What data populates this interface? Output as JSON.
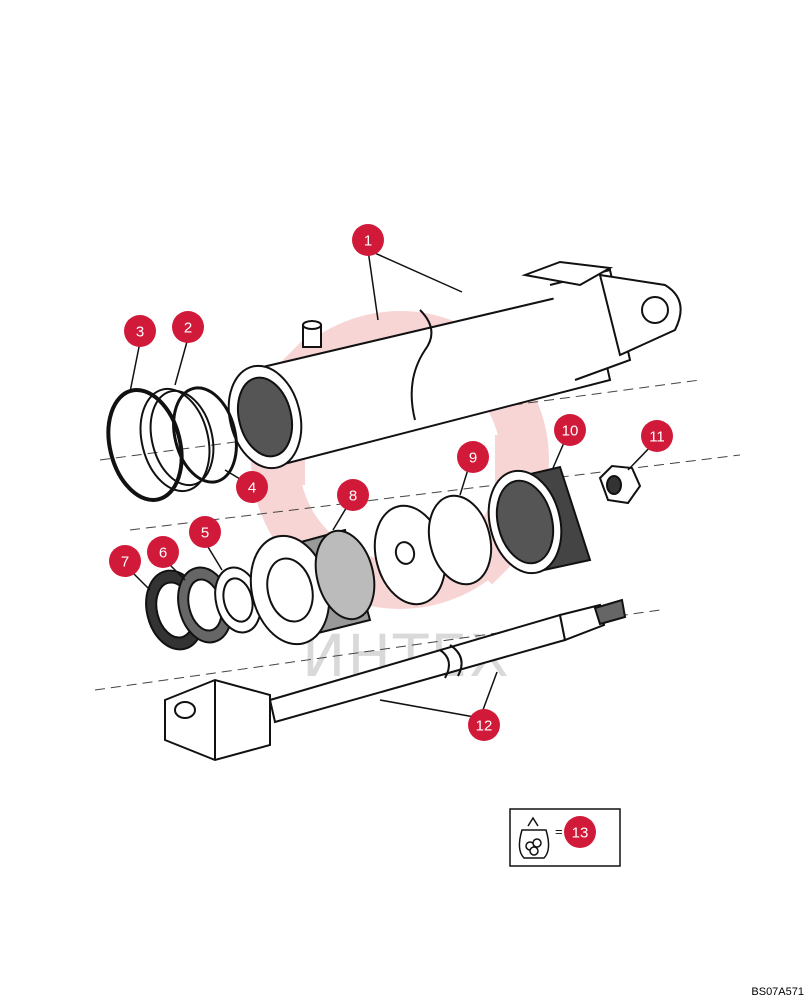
{
  "diagram": {
    "reference_code": "BS07A571",
    "watermark": "ИНТЕХ",
    "callouts": [
      {
        "id": "1",
        "label": "1"
      },
      {
        "id": "2",
        "label": "2"
      },
      {
        "id": "3",
        "label": "3"
      },
      {
        "id": "4",
        "label": "4"
      },
      {
        "id": "5",
        "label": "5"
      },
      {
        "id": "6",
        "label": "6"
      },
      {
        "id": "7",
        "label": "7"
      },
      {
        "id": "8",
        "label": "8"
      },
      {
        "id": "9",
        "label": "9"
      },
      {
        "id": "10",
        "label": "10"
      },
      {
        "id": "11",
        "label": "11"
      },
      {
        "id": "12",
        "label": "12"
      },
      {
        "id": "13",
        "label": "13"
      }
    ],
    "kit_legend": {
      "equals": "="
    },
    "colors": {
      "callout": "#d11a3a",
      "line": "#111111",
      "watermark": "#e96a6a"
    }
  }
}
